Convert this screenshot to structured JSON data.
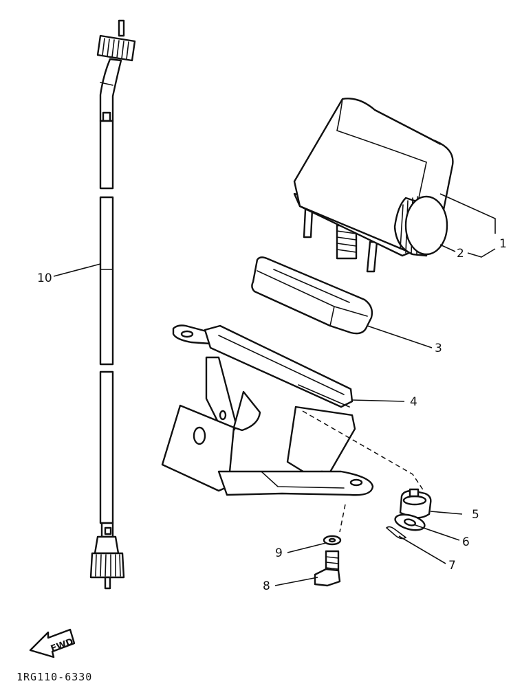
{
  "callouts": {
    "c1": "1",
    "c2": "2",
    "c3": "3",
    "c4": "4",
    "c5": "5",
    "c6": "6",
    "c7": "7",
    "c8": "8",
    "c9": "9",
    "c10": "10"
  },
  "fwd_label": "FWD",
  "diagram_code": "1RG110-6330"
}
